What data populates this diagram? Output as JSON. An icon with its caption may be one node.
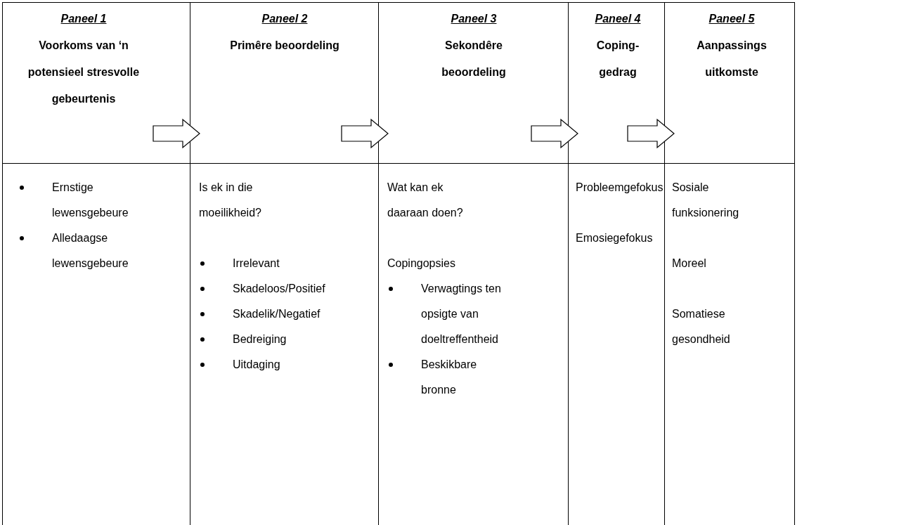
{
  "diagram": {
    "nodes": [
      {
        "text": [
          "Paneel 1",
          "Voorkoms van ‘n potensieel stresvolle gebeurtenis"
        ]
      },
      {
        "text": [
          "Paneel 2",
          "Primêre beoordeling"
        ]
      },
      {
        "text": [
          "Paneel 3",
          "Sekondêre beoordeling"
        ]
      },
      {
        "text": [
          "Paneel 4",
          "Coping-gedrag"
        ]
      },
      {
        "text": [
          "Paneel 5",
          "Aanpassings uitkomste"
        ]
      },
      {
        "text": [
          "Ernstige lewensgebeure",
          "Alledaagse lewensgebeure"
        ]
      },
      {
        "text": [
          "Is ek in die moeilikheid?",
          "Irrelevant",
          "Skadeloos/Positief",
          "Skadelik/Negatief",
          "Bedreiging",
          "Uitdaging"
        ]
      },
      {
        "text": [
          "Wat kan ek daaraan doen?",
          "Copingopsies",
          "Verwagtings ten opsigte van doeltreffentheid",
          "Beskikbare bronne"
        ]
      },
      {
        "text": [
          "Probleemgefokus",
          "Emosiegefokus"
        ]
      },
      {
        "text": [
          "Sosiale funksionering",
          "Moreel",
          "Somatiese gesondheid"
        ]
      }
    ],
    "edges": [
      {
        "from": 0,
        "to": 1,
        "arrow": "to"
      },
      {
        "from": 1,
        "to": 2,
        "arrow": "to"
      },
      {
        "from": 2,
        "to": 3,
        "arrow": "to"
      },
      {
        "from": 3,
        "to": 4,
        "arrow": "to"
      }
    ]
  }
}
